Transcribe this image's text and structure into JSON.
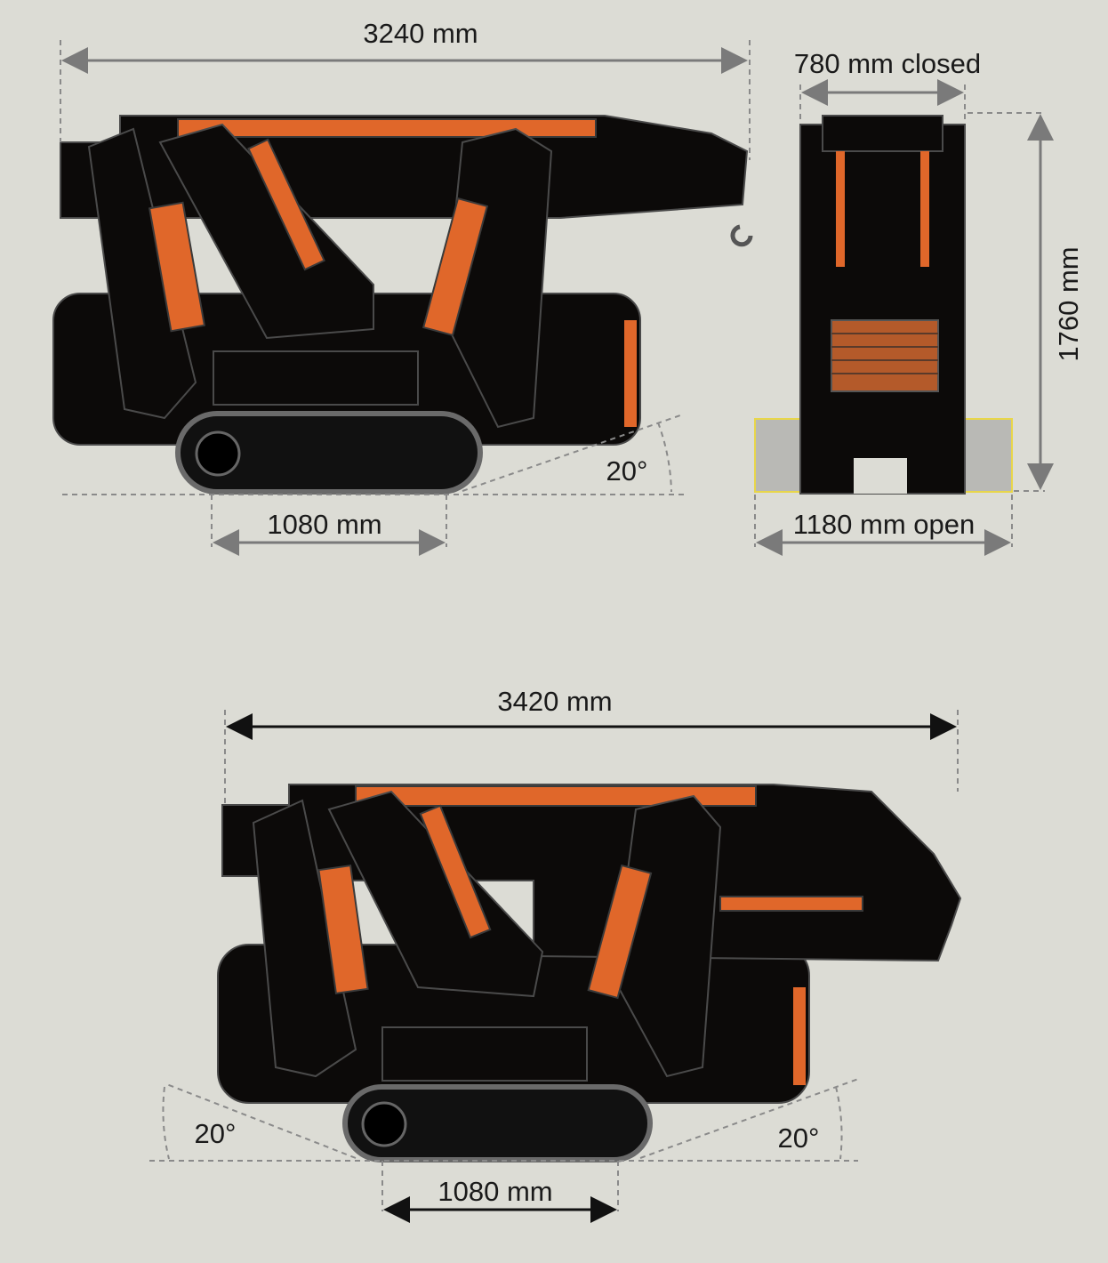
{
  "top_side_view": {
    "overall_length": "3240 mm",
    "track_length": "1080 mm",
    "slope_angle": "20°"
  },
  "front_view": {
    "width_closed": "780 mm closed",
    "height": "1760 mm",
    "width_open": "1180 mm open"
  },
  "bottom_side_view": {
    "overall_length": "3420 mm",
    "track_length": "1080 mm",
    "slope_angle_left": "20°",
    "slope_angle_right": "20°"
  },
  "colors": {
    "background": "#dcdcd5",
    "machine": "#0c0a09",
    "accent": "#e0672a",
    "outrigger_pad": "#b9b9b5"
  }
}
